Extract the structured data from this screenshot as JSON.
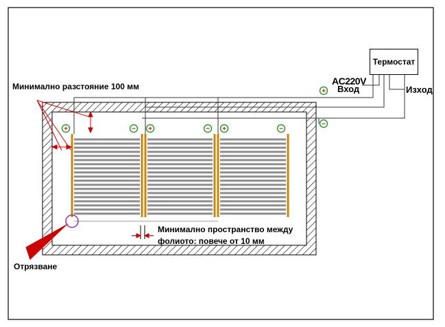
{
  "labels": {
    "thermostat": "Термостат",
    "voltage": "AC220V",
    "input": "Вход",
    "output": "Изход",
    "min_distance": "Минимално разстояние 100 мм",
    "min_space_line1": "Минимално пространство между",
    "min_space_line2": "фолиото: повече от 10 мм",
    "cut": "Отрязване"
  },
  "symbols": {
    "plus": "+",
    "minus": "−"
  },
  "colors": {
    "electrode": "#c8860d",
    "heating_strip": "#8c8c8c",
    "terminal_plus": "#cc1111",
    "terminal_minus": "#cc1111",
    "terminal_ring": "#2f9a2f",
    "pointer": "#cc0000",
    "cut_marker": "#8833aa"
  }
}
